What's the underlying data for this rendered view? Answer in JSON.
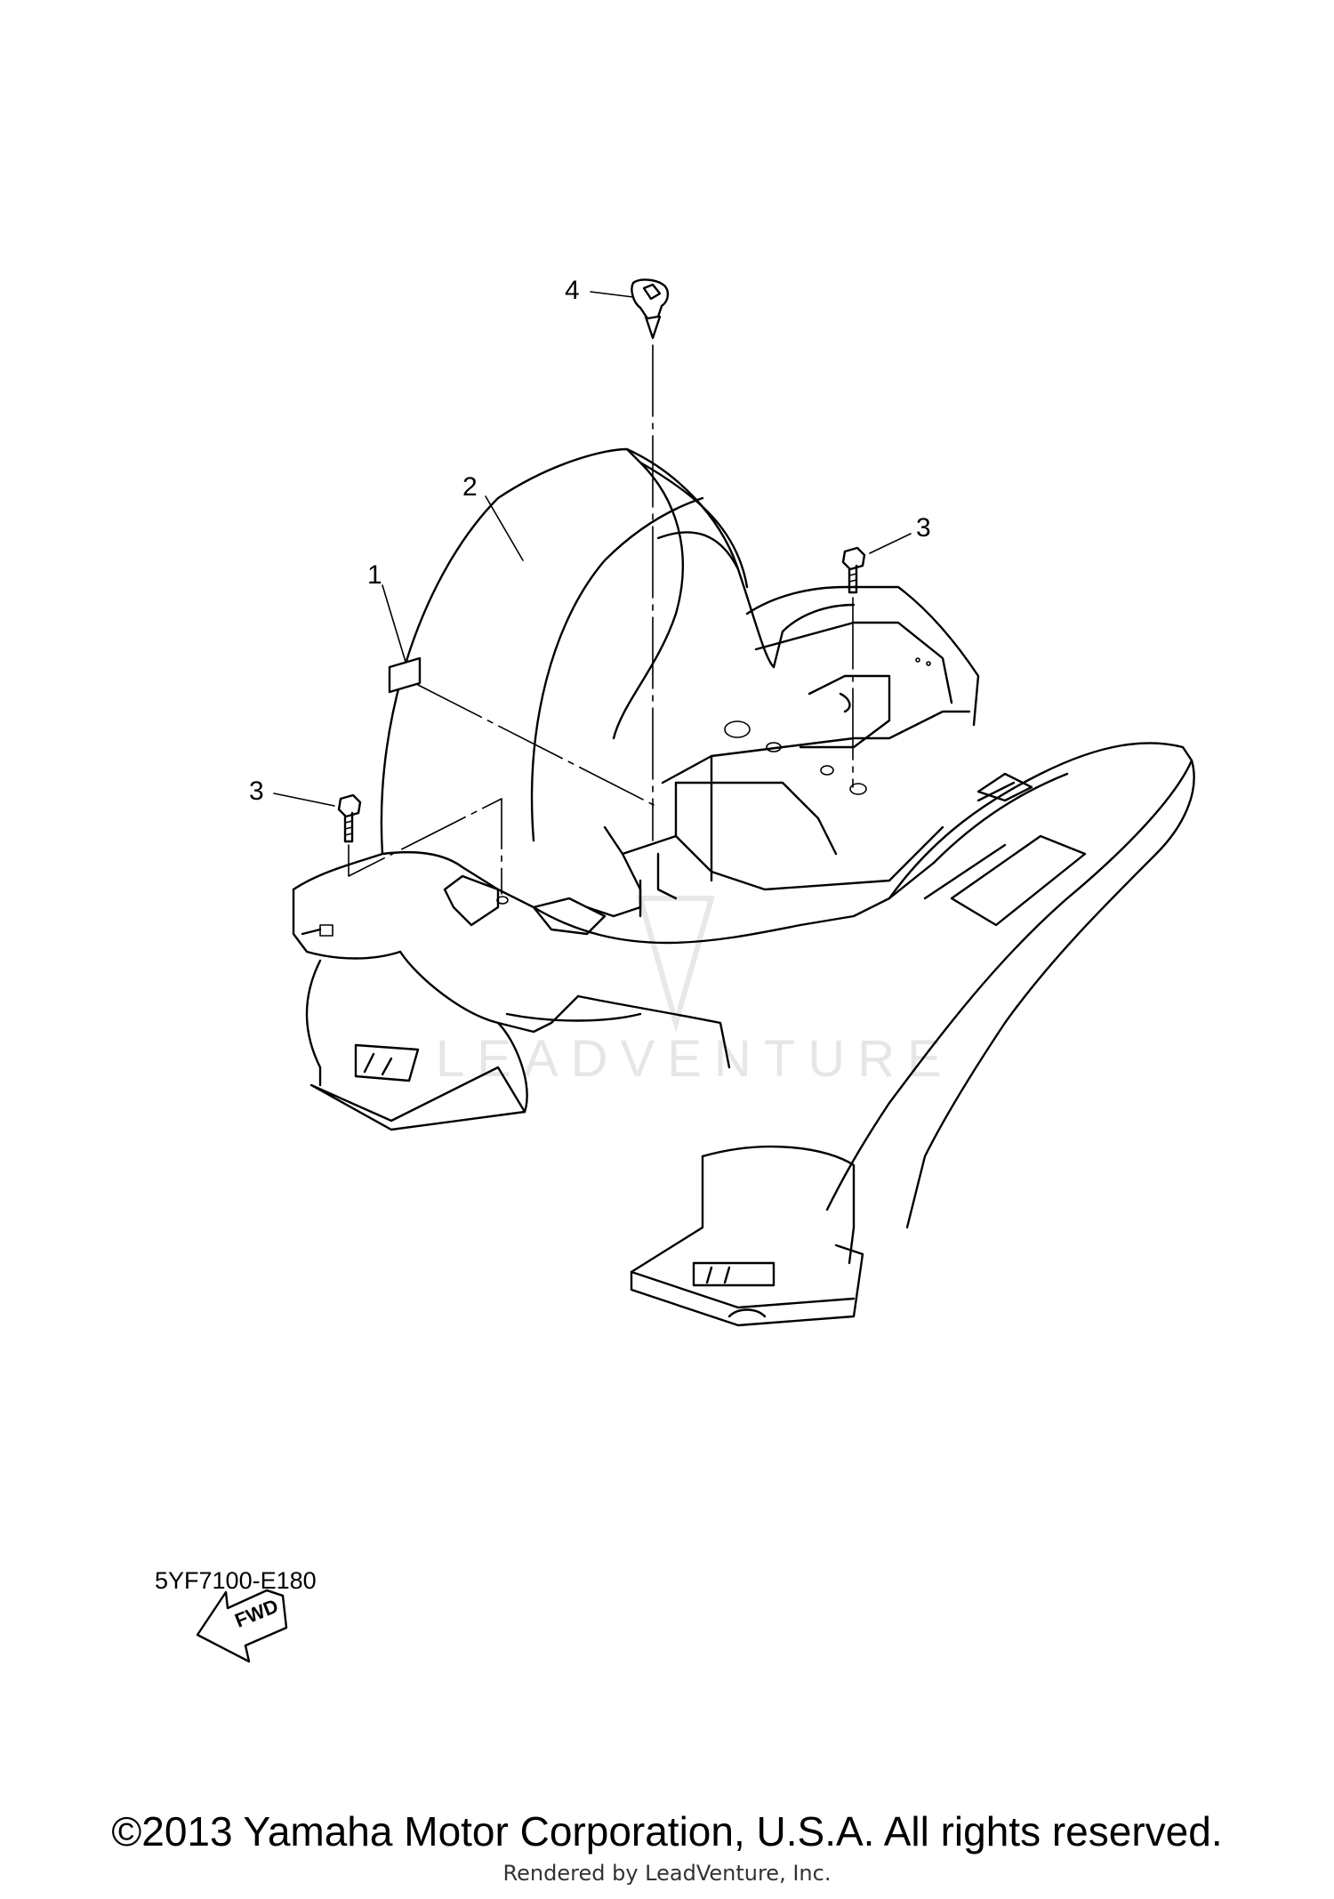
{
  "diagram": {
    "callouts": {
      "c1": "1",
      "c2": "2",
      "c3_left": "3",
      "c3_right": "3",
      "c4": "4"
    },
    "fwd_label": "FWD",
    "watermark": "LEADVENTURE",
    "diagram_code": "5YF7100-E180"
  },
  "footer": {
    "copyright": "©2013 Yamaha Motor Corporation, U.S.A. All rights reserved.",
    "rendered_by": "Rendered by LeadVenture, Inc."
  }
}
